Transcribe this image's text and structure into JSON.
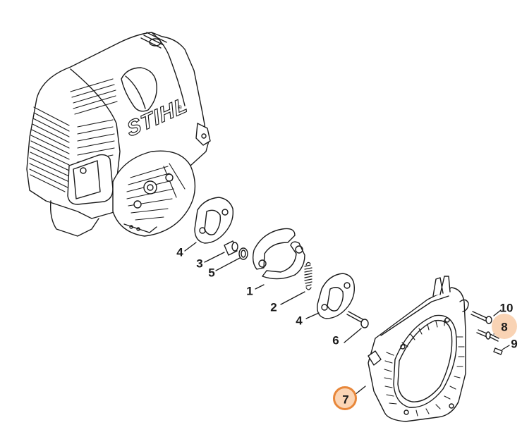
{
  "diagram": {
    "type": "exploded-parts-view",
    "brand_mark": "STIHL",
    "brand_registered": "®",
    "highlight_color": "#e8873a",
    "highlight_fill": "#fbd5b5",
    "line_color": "#1a1a1a"
  },
  "labels": [
    {
      "id": "1",
      "text": "1",
      "part": "clutch-shoes"
    },
    {
      "id": "2",
      "text": "2",
      "part": "extension-spring"
    },
    {
      "id": "3",
      "text": "3",
      "part": "sleeve"
    },
    {
      "id": "4a",
      "text": "4",
      "part": "clutch-carrier-plate-upper"
    },
    {
      "id": "4b",
      "text": "4",
      "part": "clutch-carrier-plate-lower"
    },
    {
      "id": "5",
      "text": "5",
      "part": "washer"
    },
    {
      "id": "6",
      "text": "6",
      "part": "screw"
    },
    {
      "id": "7",
      "text": "7",
      "part": "fan-housing",
      "highlighted": true,
      "style": "outlined"
    },
    {
      "id": "8",
      "text": "8",
      "part": "stud",
      "highlighted": true,
      "style": "soft"
    },
    {
      "id": "9",
      "text": "9",
      "part": "pin"
    },
    {
      "id": "10",
      "text": "10",
      "part": "screw"
    }
  ]
}
